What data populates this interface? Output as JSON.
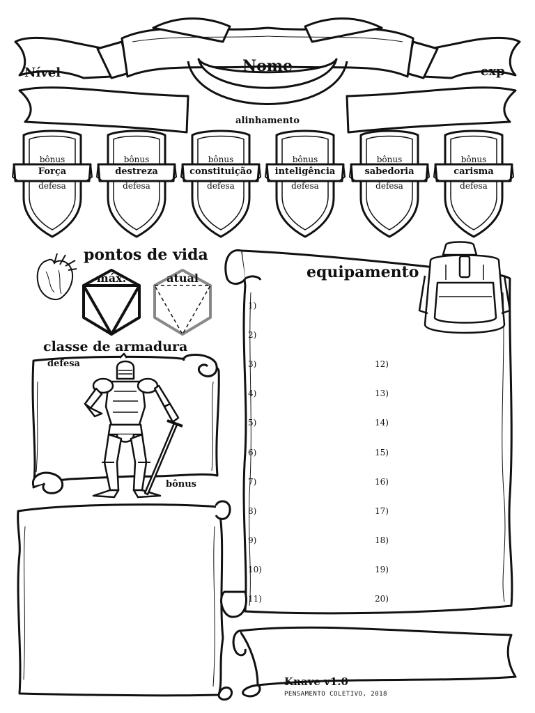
{
  "header": {
    "name_label": "Nome",
    "level_label": "Nível",
    "exp_label": "exp",
    "alignment_label": "alinhamento"
  },
  "attributes": [
    {
      "name": "Força",
      "bonus_label": "bônus",
      "defense_label": "defesa"
    },
    {
      "name": "destreza",
      "bonus_label": "bônus",
      "defense_label": "defesa"
    },
    {
      "name": "constituição",
      "bonus_label": "bônus",
      "defense_label": "defesa"
    },
    {
      "name": "inteligência",
      "bonus_label": "bônus",
      "defense_label": "defesa"
    },
    {
      "name": "sabedoria",
      "bonus_label": "bônus",
      "defense_label": "defesa"
    },
    {
      "name": "carisma",
      "bonus_label": "bônus",
      "defense_label": "defesa"
    }
  ],
  "hit_points": {
    "title": "pontos de vida",
    "max_label": "máx.",
    "current_label": "atual"
  },
  "armor": {
    "title": "classe de armadura",
    "defense_label": "defesa",
    "bonus_label": "bônus"
  },
  "equipment": {
    "title": "equipamento",
    "slots_left": [
      "1)",
      "2)",
      "3)",
      "4)",
      "5)",
      "6)",
      "7)",
      "8)",
      "9)",
      "10)",
      "11)"
    ],
    "slots_right": [
      "12)",
      "13)",
      "14)",
      "15)",
      "16)",
      "17)",
      "18)",
      "19)",
      "20)"
    ]
  },
  "footer": {
    "game_title": "Knave v1.0",
    "credit": "PENSAMENTO COLETIVO, 2018"
  }
}
